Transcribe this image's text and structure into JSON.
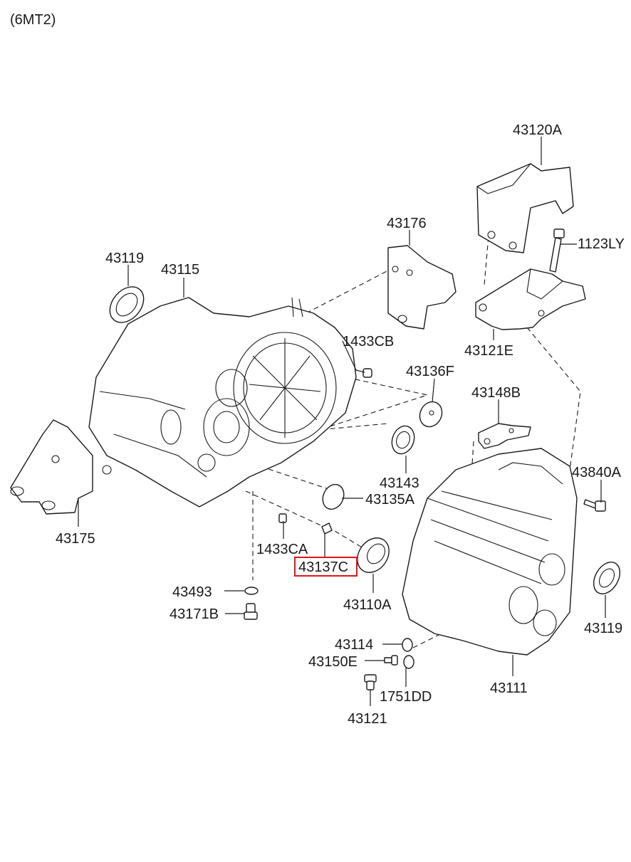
{
  "diagram": {
    "variant": "(6MT2)",
    "highlight_color": "#e0151b",
    "parts": {
      "p43120A": "43120A",
      "p1123LY": "1123LY",
      "p43176": "43176",
      "p43119_top": "43119",
      "p43115": "43115",
      "p1433CB": "1433CB",
      "p43121E": "43121E",
      "p43136F": "43136F",
      "p43148B": "43148B",
      "p43143": "43143",
      "p43840A": "43840A",
      "p43135A": "43135A",
      "p43175": "43175",
      "p1433CA": "1433CA",
      "p43137C": "43137C",
      "p43493": "43493",
      "p43110A": "43110A",
      "p43119_right": "43119",
      "p43171B": "43171B",
      "p43114": "43114",
      "p43150E": "43150E",
      "p1751DD": "1751DD",
      "p43111": "43111",
      "p43121": "43121"
    }
  }
}
